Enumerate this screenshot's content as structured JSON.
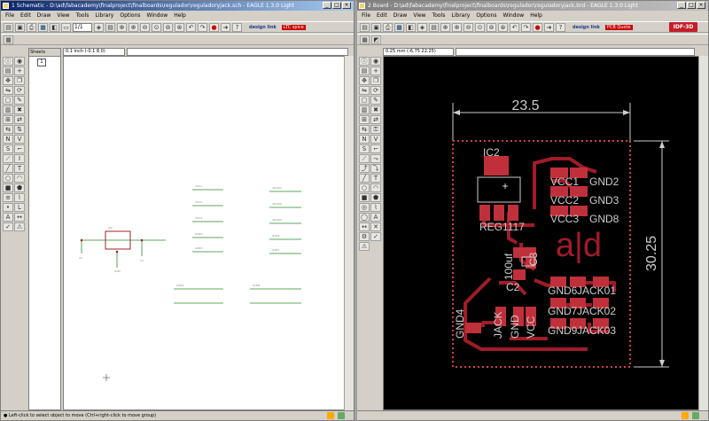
{
  "schematic": {
    "title": "1 Schematic - D:\\ad\\fabacademy\\finalproject\\finalboards\\regulador\\reguladoryjack.sch - EAGLE 1.3.0 Light",
    "menu": [
      "File",
      "Edit",
      "Draw",
      "View",
      "Tools",
      "Library",
      "Options",
      "Window",
      "Help"
    ],
    "combo_value": "1/1",
    "brand": "design link",
    "brand2": "LTC spice",
    "sheets_label": "Sheets",
    "sheet_num": "1",
    "coord": "0.1 inch (-0.1 8.0)",
    "status": "● Left-click to select object to move (Ctrl+right-click to move group)"
  },
  "board": {
    "title": "2 Board - D:\\ad\\fabacademy\\finalproject\\finalboards\\regulador\\reguladoryjack.brd - EAGLE 1.3.0 Light",
    "menu": [
      "File",
      "Edit",
      "Draw",
      "View",
      "Tools",
      "Library",
      "Options",
      "Window",
      "Help"
    ],
    "brand": "design link",
    "brand2": "PCB Quote",
    "idf_label": "IDF-3D",
    "coord": "0.25 mm (-6.75 22.25)",
    "status": "",
    "dim_width": "23.5",
    "dim_height": "30.25",
    "labels": {
      "ic2": "IC2",
      "reg": "REG1117",
      "vcc1": "VCC1",
      "vcc2": "VCC2",
      "vcc3": "VCC3",
      "gnd2": "GND2",
      "gnd3": "GND3",
      "gnd8": "GND8",
      "logo": "a|d",
      "cap": "100uf",
      "c3": "C3",
      "c2": "C2",
      "gnd4": "GND4",
      "jack": "JACK",
      "gnd": "GND",
      "vcc": "VCC",
      "gnd6": "GND6",
      "gnd7": "GND7",
      "gnd9": "GND9",
      "jack01": "JACK01",
      "jack02": "JACK02",
      "jack03": "JACK03"
    }
  },
  "colors": {
    "pad": "#c0303a",
    "trace": "#a01c28",
    "outline": "#d04050",
    "dim": "#cccccc",
    "sch_green": "#2a8a2a",
    "sch_red": "#a02020"
  }
}
